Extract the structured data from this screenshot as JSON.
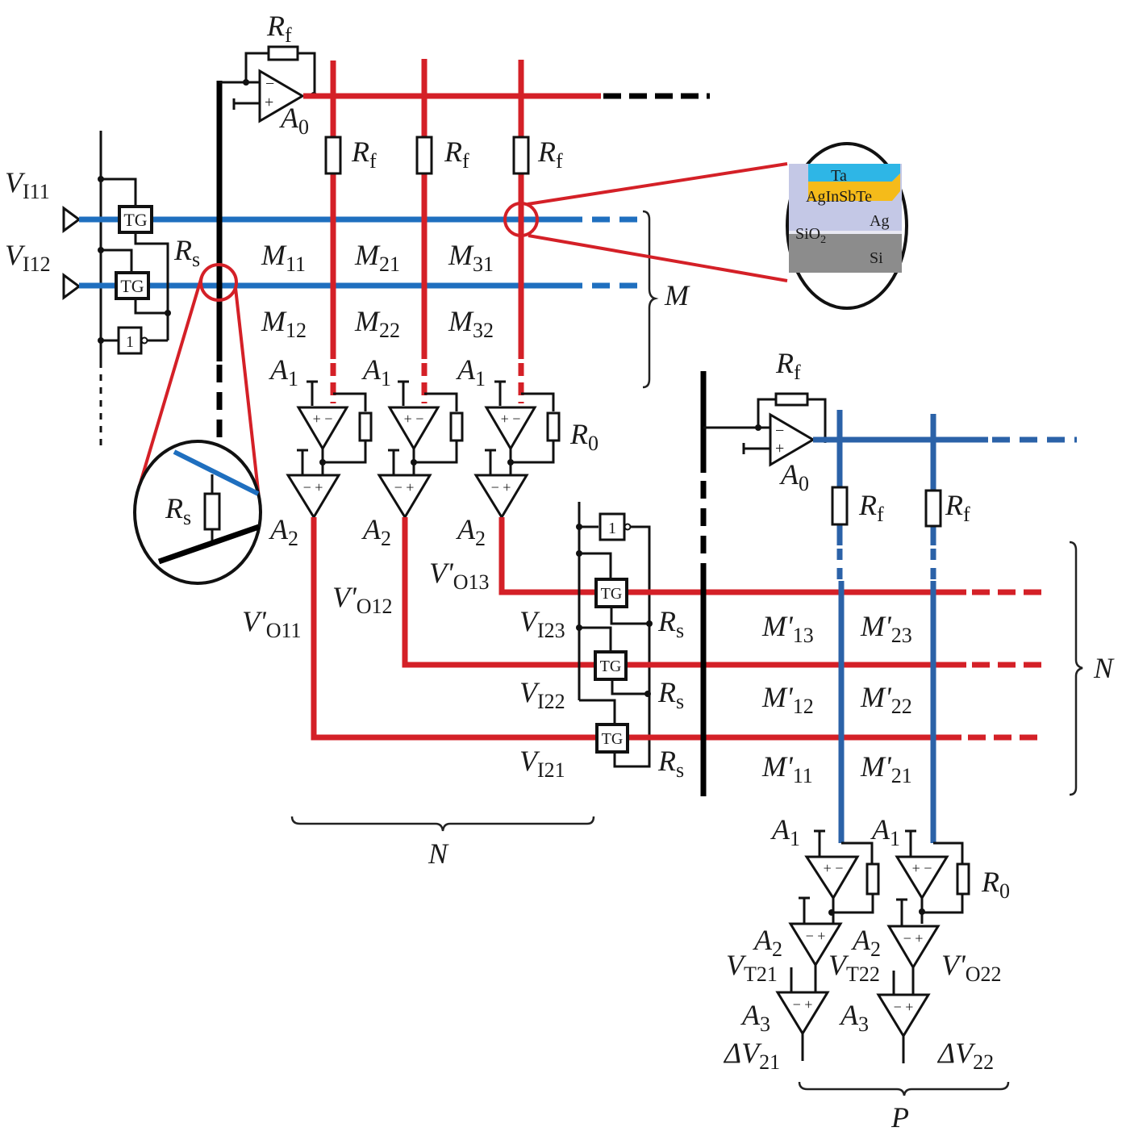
{
  "colors": {
    "row_line_red": "#d42027",
    "row_line_blue": "#1f6fbf",
    "column_line_blue": "#2b62a8",
    "bus_black": "#000000",
    "Ta_layer": "#2eb6e6",
    "AgInSbTe_layer": "#f5bb1a",
    "Ag_layer": "#c4c8e6",
    "Si_layer": "#8c8c8c"
  },
  "crossbar_1": {
    "inputs": [
      {
        "name": "V",
        "sub": "I11"
      },
      {
        "name": "V",
        "sub": "I12"
      }
    ],
    "gates": [
      "TG",
      "TG",
      "1"
    ],
    "feedback_opamp": {
      "name": "A",
      "sub": "0"
    },
    "feedback_resistor": {
      "name": "R",
      "sub": "f"
    },
    "column_resistors": [
      {
        "name": "R",
        "sub": "f"
      },
      {
        "name": "R",
        "sub": "f"
      },
      {
        "name": "R",
        "sub": "f"
      }
    ],
    "series_resistor": {
      "name": "R",
      "sub": "s"
    },
    "cells": [
      {
        "name": "M",
        "sub": "11"
      },
      {
        "name": "M",
        "sub": "21"
      },
      {
        "name": "M",
        "sub": "31"
      },
      {
        "name": "M",
        "sub": "12"
      },
      {
        "name": "M",
        "sub": "22"
      },
      {
        "name": "M",
        "sub": "32"
      }
    ],
    "row_brace_label": "M",
    "column_amplifiers": [
      {
        "a1": {
          "name": "A",
          "sub": "1"
        },
        "a2": {
          "name": "A",
          "sub": "2"
        },
        "output": {
          "name": "V'",
          "sub": "O11"
        },
        "a1_signs": "+ −",
        "a2_signs": "− +"
      },
      {
        "a1": {
          "name": "A",
          "sub": "1"
        },
        "a2": {
          "name": "A",
          "sub": "2"
        },
        "output": {
          "name": "V'",
          "sub": "O12"
        },
        "a1_signs": "+ −",
        "a2_signs": "− +"
      },
      {
        "a1": {
          "name": "A",
          "sub": "1"
        },
        "a2": {
          "name": "A",
          "sub": "2"
        },
        "output": {
          "name": "V'",
          "sub": "O13"
        },
        "a1_signs": "+ −",
        "a2_signs": "− +"
      }
    ],
    "r0": {
      "name": "R",
      "sub": "0"
    },
    "column_brace_label": "N",
    "opamp_signs": {
      "minus": "−",
      "plus": "+"
    }
  },
  "zoom_inset_rs": {
    "label": {
      "name": "R",
      "sub": "s"
    }
  },
  "device_inset": {
    "layers": [
      {
        "label": "Ta"
      },
      {
        "label": "AgInSbTe"
      },
      {
        "label": "Ag"
      },
      {
        "label": "SiO",
        "sub": "2"
      },
      {
        "label": "Si"
      }
    ]
  },
  "crossbar_2": {
    "gates": [
      "1",
      "TG",
      "TG",
      "TG"
    ],
    "inputs": [
      {
        "name": "V",
        "sub": "I23"
      },
      {
        "name": "V",
        "sub": "I22"
      },
      {
        "name": "V",
        "sub": "I21"
      }
    ],
    "series_resistors": [
      {
        "name": "R",
        "sub": "s"
      },
      {
        "name": "R",
        "sub": "s"
      },
      {
        "name": "R",
        "sub": "s"
      }
    ],
    "feedback_opamp": {
      "name": "A",
      "sub": "0"
    },
    "feedback_resistor": {
      "name": "R",
      "sub": "f"
    },
    "column_resistors": [
      {
        "name": "R",
        "sub": "f"
      },
      {
        "name": "R",
        "sub": "f"
      }
    ],
    "cells": [
      {
        "name": "M'",
        "sub": "13"
      },
      {
        "name": "M'",
        "sub": "23"
      },
      {
        "name": "M'",
        "sub": "12"
      },
      {
        "name": "M'",
        "sub": "22"
      },
      {
        "name": "M'",
        "sub": "11"
      },
      {
        "name": "M'",
        "sub": "21"
      }
    ],
    "row_brace_label": "N",
    "column_amplifiers": [
      {
        "a1": {
          "name": "A",
          "sub": "1"
        },
        "a2": {
          "name": "A",
          "sub": "2"
        },
        "a3": {
          "name": "A",
          "sub": "3"
        },
        "threshold": {
          "name": "V",
          "sub": "T21"
        },
        "output": {
          "name": "ΔV",
          "sub": "21"
        }
      },
      {
        "a1": {
          "name": "A",
          "sub": "1"
        },
        "a2": {
          "name": "A",
          "sub": "2"
        },
        "a3": {
          "name": "A",
          "sub": "3"
        },
        "threshold": {
          "name": "V",
          "sub": "T22"
        },
        "output": {
          "name": "ΔV",
          "sub": "22"
        }
      }
    ],
    "a2_output_label": {
      "name": "V'",
      "sub": "O22"
    },
    "r0": {
      "name": "R",
      "sub": "0"
    },
    "column_brace_label": "P"
  }
}
